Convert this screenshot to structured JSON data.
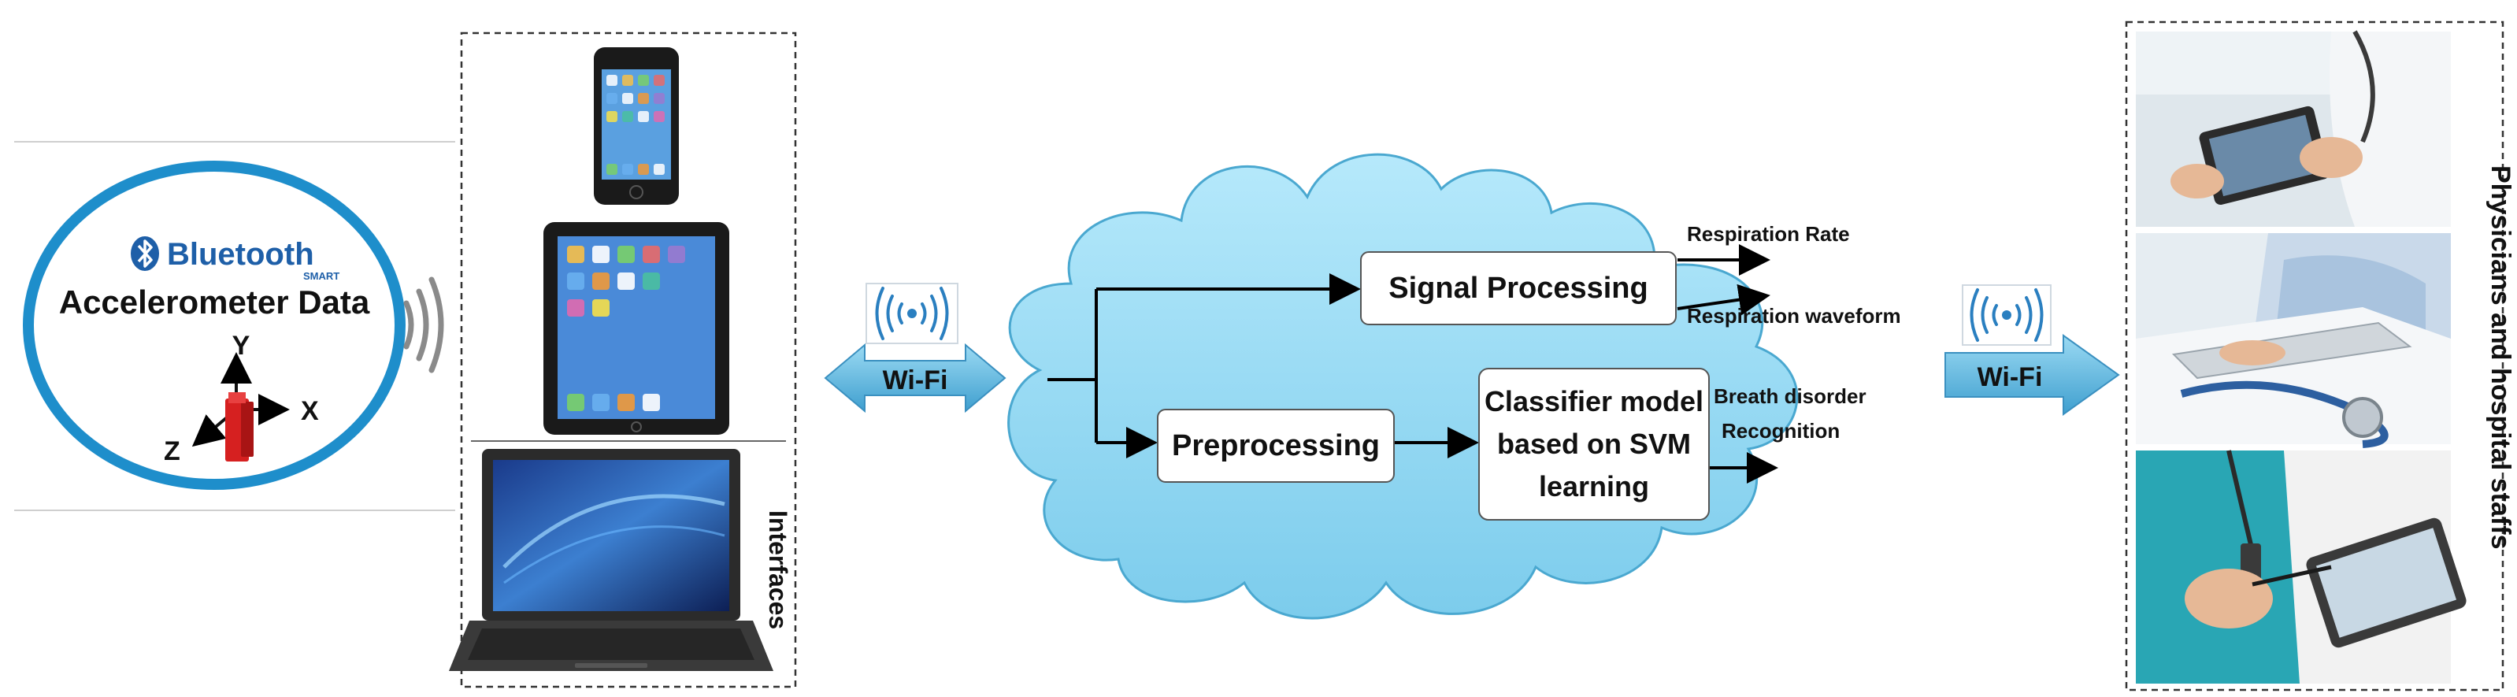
{
  "sensor": {
    "brand": "Bluetooth",
    "brand_sub": "SMART",
    "title": "Accelerometer Data",
    "axis_x": "X",
    "axis_y": "Y",
    "axis_z": "Z"
  },
  "interfaces": {
    "label": "Interfaces",
    "devices": [
      "phone-icon",
      "tablet-icon",
      "laptop-icon"
    ]
  },
  "wifi_left": {
    "label": "Wi-Fi"
  },
  "wifi_right": {
    "label": "Wi-Fi"
  },
  "cloud": {
    "signal_processing": "Signal Processing",
    "preprocessing": "Preprocessing",
    "classifier_line1": "Classifier model",
    "classifier_line2": "based on SVM",
    "classifier_line3": "learning",
    "out_rate": "Respiration Rate",
    "out_waveform": "Respiration waveform",
    "out_disorder_line1": "Breath disorder",
    "out_disorder_line2": "Recognition"
  },
  "staff": {
    "label": "Physicians and hospital staffs",
    "photos": [
      "doctor-tablet-photo",
      "doctor-laptop-photo",
      "nurse-tablet-photo"
    ]
  },
  "colors": {
    "cloud_fill": "#8fd8f0",
    "cloud_stroke": "#4aa8d0",
    "ring": "#1e8ecb",
    "wifi_arrow": "#5fb8dc",
    "sensor_red": "#d62020"
  }
}
